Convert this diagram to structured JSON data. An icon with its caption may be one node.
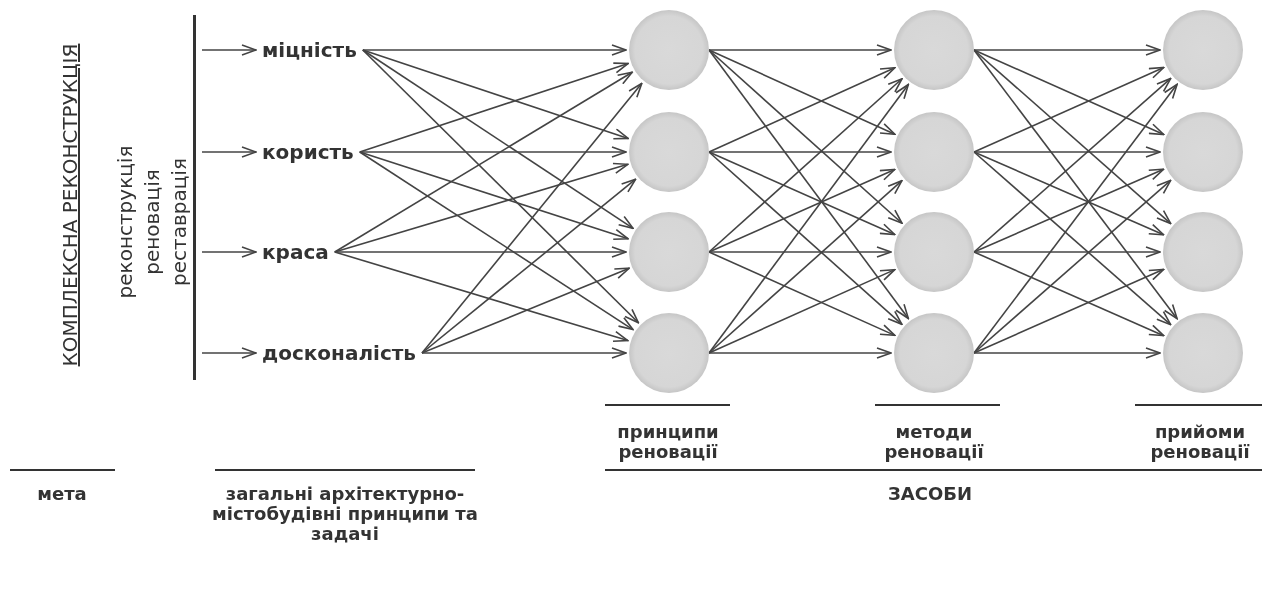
{
  "diagram": {
    "nodes": [
      {
        "text": [],
        "shape": "bar"
      },
      {
        "text": [
          "міцність"
        ]
      },
      {
        "text": [
          "користь"
        ]
      },
      {
        "text": [
          "краса"
        ]
      },
      {
        "text": [
          "досконалість"
        ]
      },
      {
        "text": [],
        "shape": "circle"
      },
      {
        "text": [],
        "shape": "circle"
      },
      {
        "text": [],
        "shape": "circle"
      },
      {
        "text": [],
        "shape": "circle"
      },
      {
        "text": [],
        "shape": "circle"
      },
      {
        "text": [],
        "shape": "circle"
      },
      {
        "text": [],
        "shape": "circle"
      },
      {
        "text": [],
        "shape": "circle"
      },
      {
        "text": [],
        "shape": "circle"
      },
      {
        "text": [],
        "shape": "circle"
      },
      {
        "text": [],
        "shape": "circle"
      },
      {
        "text": [],
        "shape": "circle"
      }
    ],
    "edges": [
      {
        "from": 0,
        "to": 1,
        "arrow": "to"
      },
      {
        "from": 0,
        "to": 2,
        "arrow": "to"
      },
      {
        "from": 0,
        "to": 3,
        "arrow": "to"
      },
      {
        "from": 0,
        "to": 4,
        "arrow": "to"
      },
      {
        "from": 1,
        "to": 5,
        "arrow": "to"
      },
      {
        "from": 1,
        "to": 6,
        "arrow": "to"
      },
      {
        "from": 1,
        "to": 7,
        "arrow": "to"
      },
      {
        "from": 1,
        "to": 8,
        "arrow": "to"
      },
      {
        "from": 2,
        "to": 5,
        "arrow": "to"
      },
      {
        "from": 2,
        "to": 6,
        "arrow": "to"
      },
      {
        "from": 2,
        "to": 7,
        "arrow": "to"
      },
      {
        "from": 2,
        "to": 8,
        "arrow": "to"
      },
      {
        "from": 3,
        "to": 5,
        "arrow": "to"
      },
      {
        "from": 3,
        "to": 6,
        "arrow": "to"
      },
      {
        "from": 3,
        "to": 7,
        "arrow": "to"
      },
      {
        "from": 3,
        "to": 8,
        "arrow": "to"
      },
      {
        "from": 4,
        "to": 5,
        "arrow": "to"
      },
      {
        "from": 4,
        "to": 6,
        "arrow": "to"
      },
      {
        "from": 4,
        "to": 7,
        "arrow": "to"
      },
      {
        "from": 4,
        "to": 8,
        "arrow": "to"
      },
      {
        "from": 5,
        "to": 9,
        "arrow": "to"
      },
      {
        "from": 5,
        "to": 10,
        "arrow": "to"
      },
      {
        "from": 5,
        "to": 11,
        "arrow": "to"
      },
      {
        "from": 5,
        "to": 12,
        "arrow": "to"
      },
      {
        "from": 6,
        "to": 9,
        "arrow": "to"
      },
      {
        "from": 6,
        "to": 10,
        "arrow": "to"
      },
      {
        "from": 6,
        "to": 11,
        "arrow": "to"
      },
      {
        "from": 6,
        "to": 12,
        "arrow": "to"
      },
      {
        "from": 7,
        "to": 9,
        "arrow": "to"
      },
      {
        "from": 7,
        "to": 10,
        "arrow": "to"
      },
      {
        "from": 7,
        "to": 11,
        "arrow": "to"
      },
      {
        "from": 7,
        "to": 12,
        "arrow": "to"
      },
      {
        "from": 8,
        "to": 9,
        "arrow": "to"
      },
      {
        "from": 8,
        "to": 10,
        "arrow": "to"
      },
      {
        "from": 8,
        "to": 11,
        "arrow": "to"
      },
      {
        "from": 8,
        "to": 12,
        "arrow": "to"
      },
      {
        "from": 9,
        "to": 13,
        "arrow": "to"
      },
      {
        "from": 9,
        "to": 14,
        "arrow": "to"
      },
      {
        "from": 9,
        "to": 15,
        "arrow": "to"
      },
      {
        "from": 9,
        "to": 16,
        "arrow": "to"
      },
      {
        "from": 10,
        "to": 13,
        "arrow": "to"
      },
      {
        "from": 10,
        "to": 14,
        "arrow": "to"
      },
      {
        "from": 10,
        "to": 15,
        "arrow": "to"
      },
      {
        "from": 10,
        "to": 16,
        "arrow": "to"
      },
      {
        "from": 11,
        "to": 13,
        "arrow": "to"
      },
      {
        "from": 11,
        "to": 14,
        "arrow": "to"
      },
      {
        "from": 11,
        "to": 15,
        "arrow": "to"
      },
      {
        "from": 11,
        "to": 16,
        "arrow": "to"
      },
      {
        "from": 12,
        "to": 13,
        "arrow": "to"
      },
      {
        "from": 12,
        "to": 14,
        "arrow": "to"
      },
      {
        "from": 12,
        "to": 15,
        "arrow": "to"
      },
      {
        "from": 12,
        "to": 16,
        "arrow": "to"
      }
    ],
    "labels": [
      "КОМПЛЕКСНА РЕКОНСТРУКЦІЯ",
      "реконструкція",
      "реновація",
      "реставрація",
      "принципи реновації",
      "методи реновації",
      "прийоми реновації",
      "мета",
      "загальні архітектурно-містобудівні принципи та задачі",
      "ЗАСОБИ"
    ]
  }
}
